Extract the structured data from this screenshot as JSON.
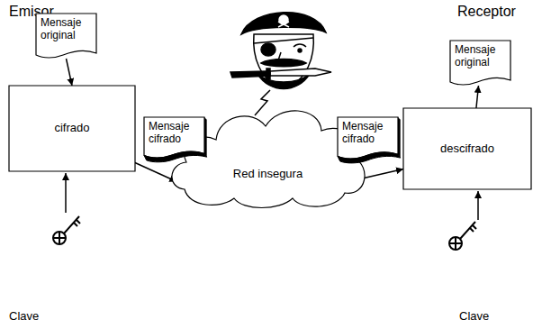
{
  "diagram": {
    "nodes": [
      {
        "text": [
          "Mensaje original"
        ]
      },
      {
        "text": [
          "cifrado"
        ]
      },
      {
        "text": [
          "Mensaje cifrado"
        ]
      },
      {
        "text": [
          "Red insegura"
        ]
      },
      {
        "text": [
          "Mensaje cifrado"
        ]
      },
      {
        "text": [
          "descifrado"
        ]
      },
      {
        "text": [
          "Mensaje original"
        ]
      }
    ],
    "edges": [
      {
        "from": 0,
        "to": 1,
        "arrow": "to"
      },
      {
        "from": 1,
        "to": 3,
        "arrow": "to"
      },
      {
        "from": 3,
        "to": 5,
        "arrow": "to"
      },
      {
        "from": 5,
        "to": 6,
        "arrow": "to"
      }
    ],
    "labels": [
      "Emisor",
      "Receptor",
      "Clave",
      "Clave"
    ]
  }
}
